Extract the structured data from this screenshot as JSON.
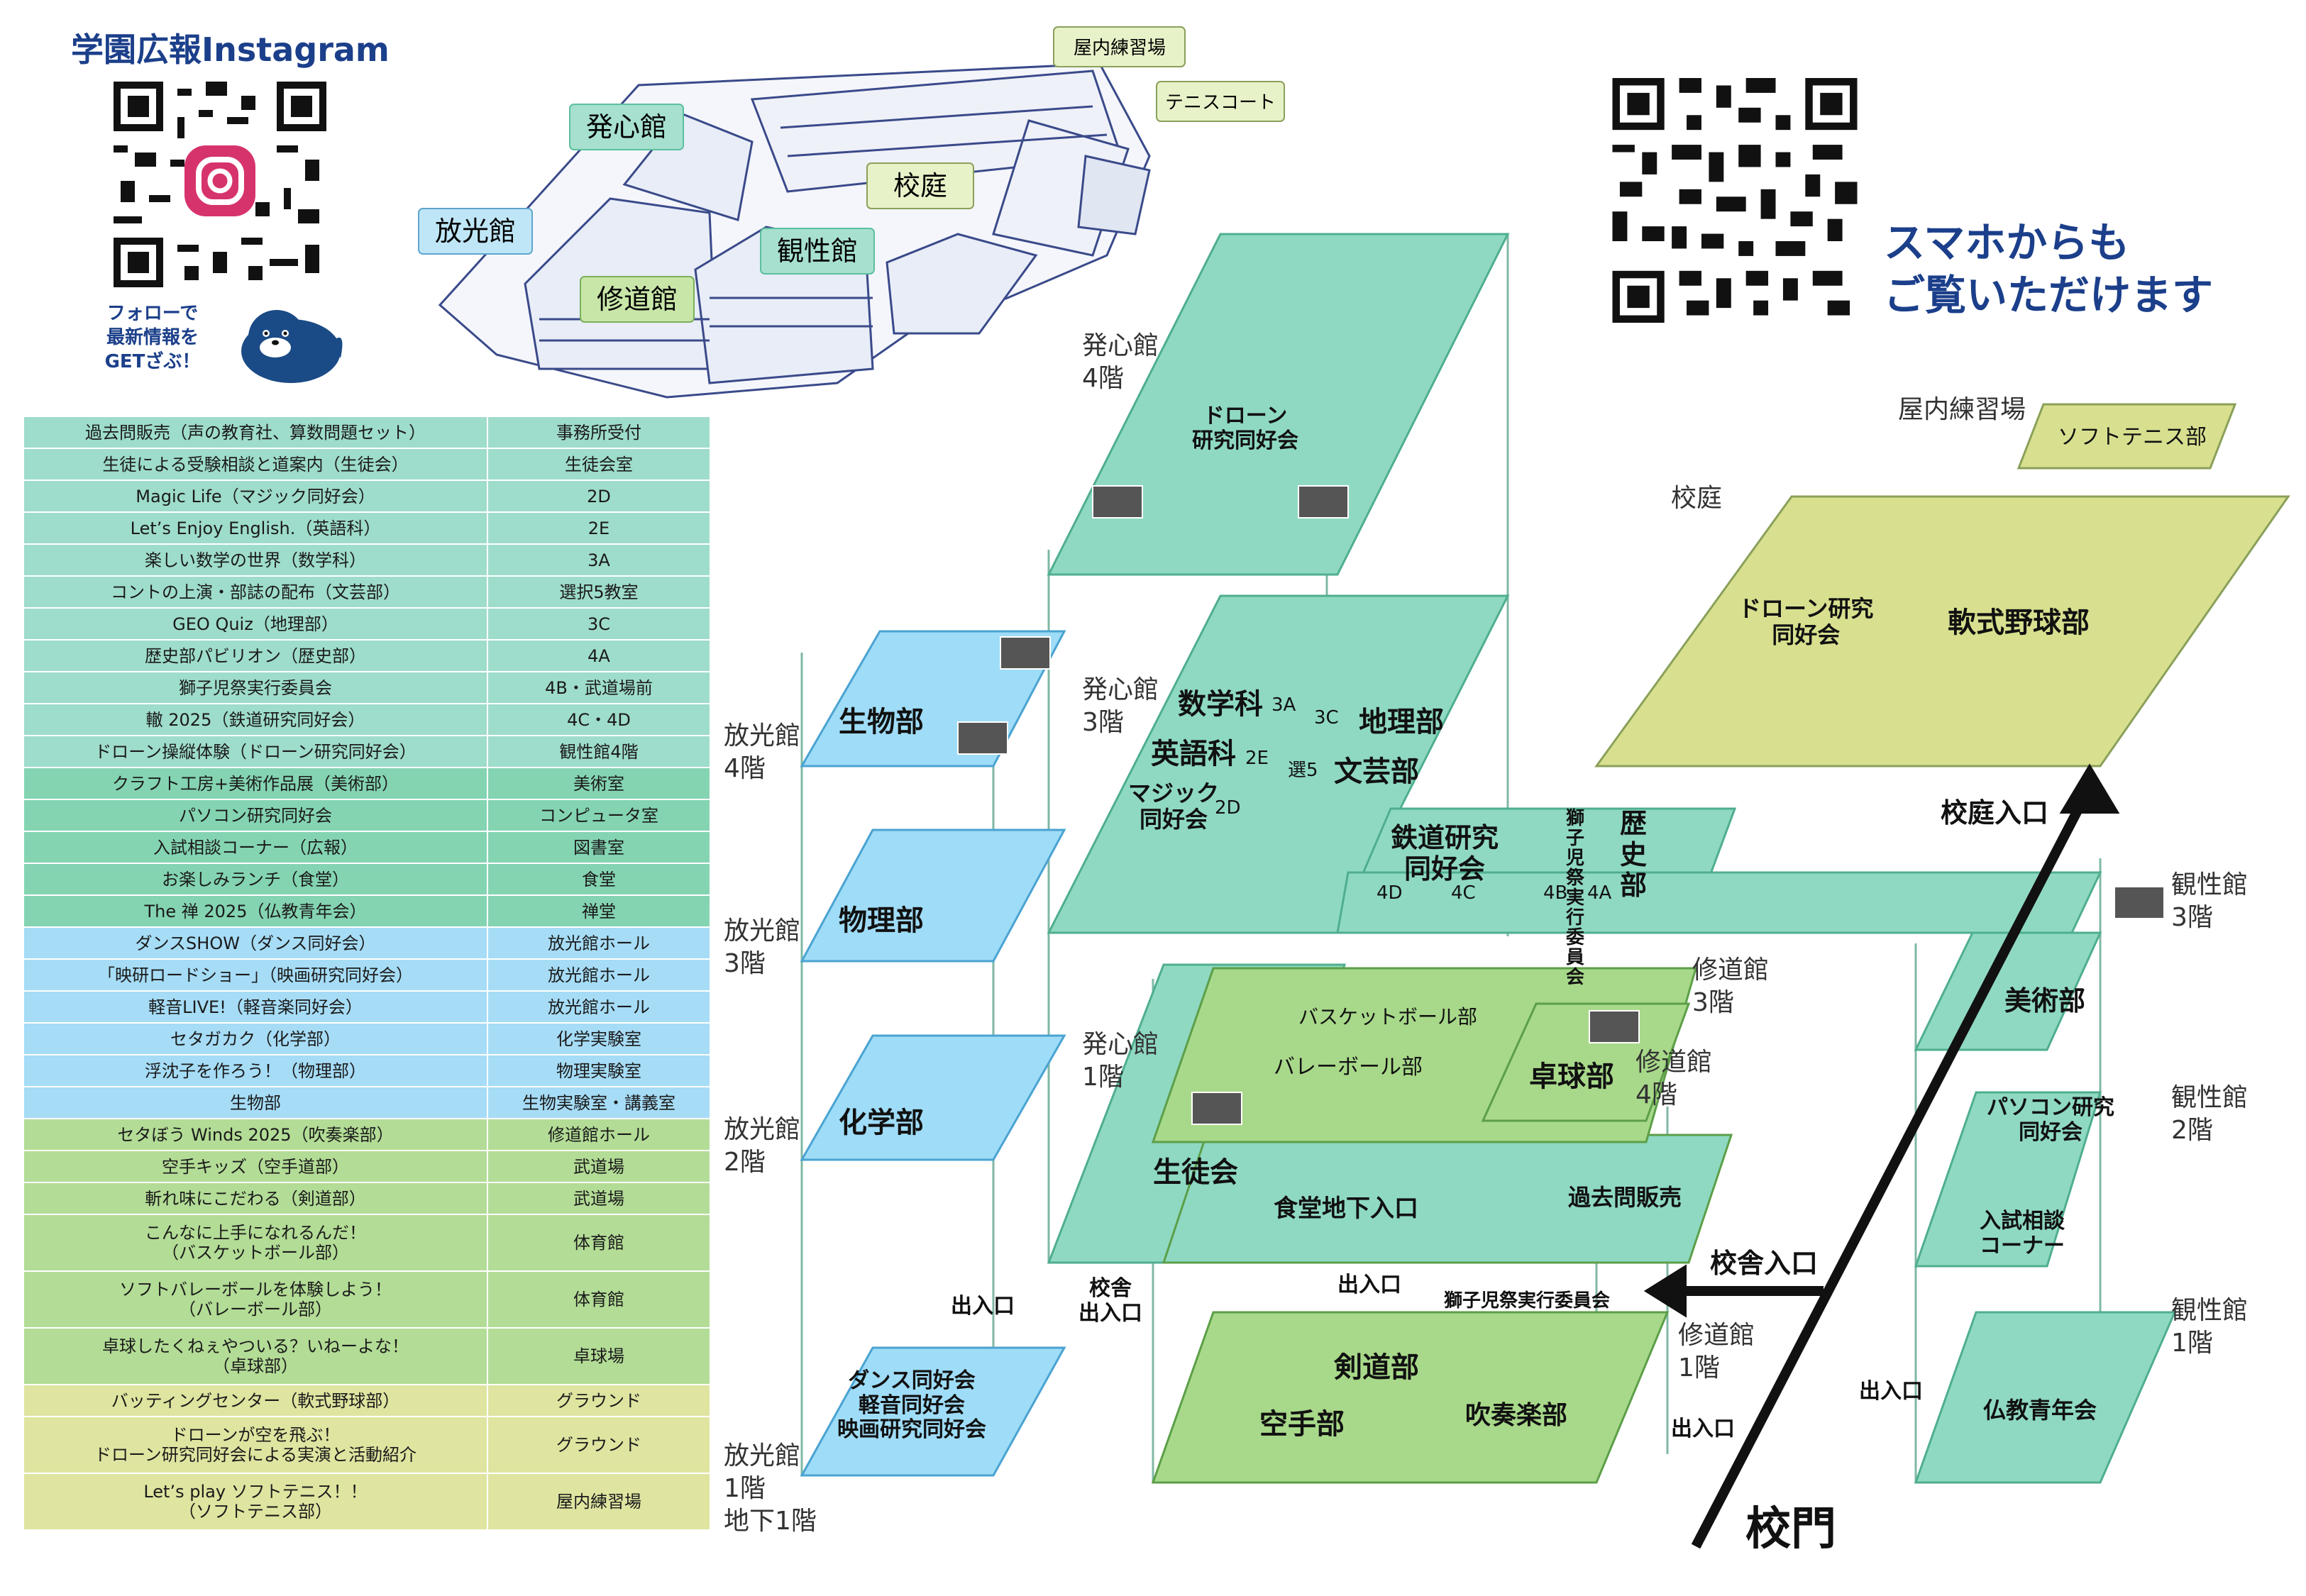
{
  "instagram": {
    "title": "学園広報Instagram",
    "follow_text": "フォローで\n最新情報を\nGETざぶ！",
    "qr_icon": "instagram-qr-code",
    "mascot_icon": "blue-seal-mascot"
  },
  "mobile": {
    "text": "スマホからも\nご覧いただけます",
    "qr_icon": "qr-code"
  },
  "colors": {
    "teal": "#8fd9c3",
    "teal_dark": "#5bbf9f",
    "sky": "#9fdcf7",
    "green": "#a8d98a",
    "olive": "#dde39a",
    "navy": "#1b3f8a",
    "row_teal": "#a3dcc9",
    "row_green": "#b9e0a0",
    "row_sky": "#a9ddf5",
    "row_mint": "#7fd0b0",
    "row_olive": "#dfe4a0"
  },
  "events": [
    {
      "event": "過去問販売（声の教育社、算数問題セット）",
      "location": "事務所受付",
      "color": "#9edccb"
    },
    {
      "event": "生徒による受験相談と道案内（生徒会）",
      "location": "生徒会室",
      "color": "#9edccb"
    },
    {
      "event": "Magic Life（マジック同好会）",
      "location": "2D",
      "color": "#9edccb"
    },
    {
      "event": "Let’s Enjoy English.（英語科）",
      "location": "2E",
      "color": "#9edccb"
    },
    {
      "event": "楽しい数学の世界（数学科）",
      "location": "3A",
      "color": "#9edccb"
    },
    {
      "event": "コントの上演・部誌の配布（文芸部）",
      "location": "選択5教室",
      "color": "#9edccb"
    },
    {
      "event": "GEO Quiz（地理部）",
      "location": "3C",
      "color": "#9edccb"
    },
    {
      "event": "歴史部パビリオン（歴史部）",
      "location": "4A",
      "color": "#9edccb"
    },
    {
      "event": "獅子児祭実行委員会",
      "location": "4B・武道場前",
      "color": "#9edccb"
    },
    {
      "event": "轍 2025（鉄道研究同好会）",
      "location": "4C・4D",
      "color": "#9edccb"
    },
    {
      "event": "ドローン操縦体験（ドローン研究同好会）",
      "location": "観性館4階",
      "color": "#9edccb"
    },
    {
      "event": "クラフト工房+美術作品展（美術部）",
      "location": "美術室",
      "color": "#84d4b2"
    },
    {
      "event": "パソコン研究同好会",
      "location": "コンピュータ室",
      "color": "#84d4b2"
    },
    {
      "event": "入試相談コーナー（広報）",
      "location": "図書室",
      "color": "#84d4b2"
    },
    {
      "event": "お楽しみランチ（食堂）",
      "location": "食堂",
      "color": "#84d4b2"
    },
    {
      "event": "The 禅 2025（仏教青年会）",
      "location": "禅堂",
      "color": "#84d4b2"
    },
    {
      "event": "ダンスSHOW（ダンス同好会）",
      "location": "放光館ホール",
      "color": "#a6dcf6"
    },
    {
      "event": "「映研ロードショー」（映画研究同好会）",
      "location": "放光館ホール",
      "color": "#a6dcf6"
    },
    {
      "event": "軽音LIVE!（軽音楽同好会）",
      "location": "放光館ホール",
      "color": "#a6dcf6"
    },
    {
      "event": "セタガカク（化学部）",
      "location": "化学実験室",
      "color": "#a6dcf6"
    },
    {
      "event": "浮沈子を作ろう！（物理部）",
      "location": "物理実験室",
      "color": "#a6dcf6"
    },
    {
      "event": "生物部",
      "location": "生物実験室・講義室",
      "color": "#a6dcf6"
    },
    {
      "event": "セタぼう Winds 2025（吹奏楽部）",
      "location": "修道館ホール",
      "color": "#b3dc96"
    },
    {
      "event": "空手キッズ（空手道部）",
      "location": "武道場",
      "color": "#b3dc96"
    },
    {
      "event": "斬れ味にこだわる（剣道部）",
      "location": "武道場",
      "color": "#b3dc96"
    },
    {
      "event": "こんなに上手になれるんだ！\n（バスケットボール部）",
      "location": "体育館",
      "color": "#b3dc96"
    },
    {
      "event": "ソフトバレーボールを体験しよう！\n（バレーボール部）",
      "location": "体育館",
      "color": "#b3dc96"
    },
    {
      "event": "卓球したくねぇやついる？いねーよな！\n（卓球部）",
      "location": "卓球場",
      "color": "#b3dc96"
    },
    {
      "event": "バッティングセンター（軟式野球部）",
      "location": "グラウンド",
      "color": "#dfe4a0"
    },
    {
      "event": "ドローンが空を飛ぶ！\nドローン研究同好会による実演と活動紹介",
      "location": "グラウンド",
      "color": "#dfe4a0"
    },
    {
      "event": "Let’s play ソフトテニス！！\n（ソフトテニス部）",
      "location": "屋内練習場",
      "color": "#dfe4a0"
    }
  ],
  "overview": {
    "labels": {
      "indoor": "屋内練習場",
      "tennis": "テニスコート",
      "hasshin": "発心館",
      "koutei": "校庭",
      "houkou": "放光館",
      "kansei": "観性館",
      "shudou": "修道館"
    }
  },
  "map": {
    "floor_labels": {
      "hasshin4": "発心館\n4階",
      "hasshin3": "発心館\n3階",
      "hasshin1": "発心館\n1階",
      "houkou4": "放光館\n4階",
      "houkou3": "放光館\n3階",
      "houkou2": "放光館\n2階",
      "houkou1": "放光館\n1階\n地下1階",
      "shudou3": "修道館\n3階",
      "shudou4": "修道館\n4階",
      "shudou1": "修道館\n1階",
      "kansei3": "観性館\n3階",
      "kansei2": "観性館\n2階",
      "kansei1": "観性館\n1階",
      "indoor": "屋内練習場",
      "koutei": "校庭"
    },
    "rooms": {
      "drone4": "ドローン\n研究同好会",
      "math": "数学科",
      "math_tag": "3A",
      "english": "英語科",
      "english_tag": "2E",
      "magic": "マジック\n同好会",
      "magic_tag": "2D",
      "geo": "地理部",
      "geo_tag": "3C",
      "bungei": "文芸部",
      "bungei_tag": "選5",
      "tetsudou": "鉄道研究\n同好会",
      "jikkou": "獅子児祭\n実行委員会",
      "rekishi": "歴史部",
      "tag_4d": "4D",
      "tag_4c": "4C",
      "tag_4b": "4B",
      "tag_4a": "4A",
      "seibutsu": "生物部",
      "butsuri": "物理部",
      "kagaku": "化学部",
      "dance": "ダンス同好会\n軽音同好会\n映画研究同好会",
      "basket": "バスケットボール部",
      "volley": "バレーボール部",
      "takkyu": "卓球部",
      "seitokai": "生徒会",
      "shokudou": "食堂地下入口",
      "kakomon": "過去問販売",
      "kendo": "剣道部",
      "karate": "空手部",
      "suisou": "吹奏楽部",
      "bijutsu": "美術部",
      "pc": "パソコン研究\n同好会",
      "nyushi": "入試相談\nコーナー",
      "bukkyo": "仏教青年会",
      "tennis": "ソフトテニス部",
      "drone_field": "ドローン研究\n同好会",
      "baseball": "軟式野球部"
    },
    "entrances": {
      "koutei_entrance": "校庭入口",
      "kousha_entrance": "校舎入口",
      "kousha_door": "校舎\n出入口",
      "exit_left": "出入口",
      "exit_mid": "出入口",
      "exit_right": "出入口",
      "exit_kansei": "出入口",
      "jikkou_label": "獅子児祭実行委員会",
      "gate": "校門"
    }
  }
}
